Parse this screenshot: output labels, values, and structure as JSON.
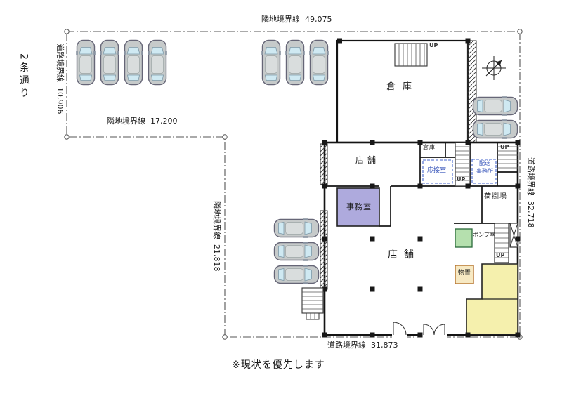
{
  "plan": {
    "street_name": "2条通り",
    "note": "※現状を優先します",
    "boundaries": {
      "top": "隣地境界線  49,075",
      "left_road": "道路境界線  10,906",
      "mid": "隣地境界線  17,200",
      "left": "隣地境界線  21,818",
      "right": "道路境界線  32,718",
      "bottom": "道路境界線  31,873"
    },
    "rooms": {
      "warehouse_upper": "倉庫",
      "shop_upper": "店舗",
      "warehouse_small": "倉庫",
      "reception": "応接室",
      "delivery_line1": "配送",
      "delivery_line2": "事務所",
      "office": "事務室",
      "loading_area": "荷捌場",
      "pump_room": "ポンプ室",
      "storage": "物置",
      "shop_main": "店舗",
      "stair_up": "UP"
    },
    "colors": {
      "office_fill": "#aeaadd",
      "highlight_yellow": "#f5f0ad",
      "pump_fill": "#b5e0ae",
      "storage_fill": "#f7e9c3",
      "car_body": "#c6caca",
      "car_glass": "#cfe9f2",
      "blue_room_text": "#3a57bb",
      "wall": "#141414",
      "boundary": "#555555"
    },
    "parking": {
      "north_west_cars": 4,
      "north_center_cars": 3,
      "east_cars": 2,
      "west_center_cars": 3
    }
  }
}
